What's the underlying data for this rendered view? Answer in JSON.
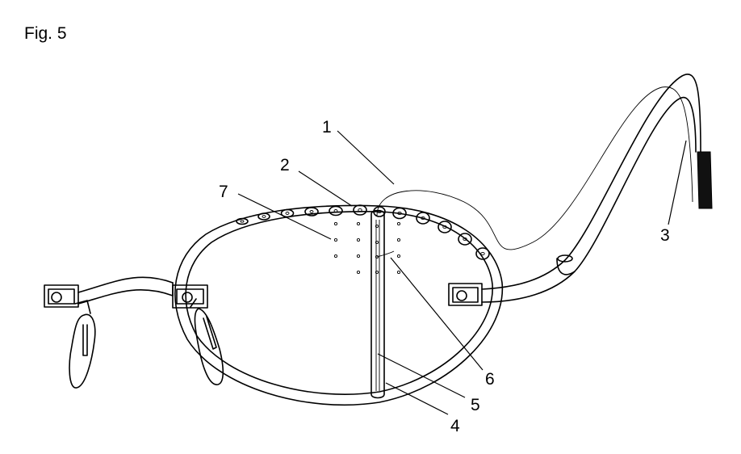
{
  "figure": {
    "title": "Fig. 5",
    "reference_numerals": {
      "r1": "1",
      "r2": "2",
      "r3": "3",
      "r4": "4",
      "r5": "5",
      "r6": "6",
      "r7": "7"
    }
  }
}
